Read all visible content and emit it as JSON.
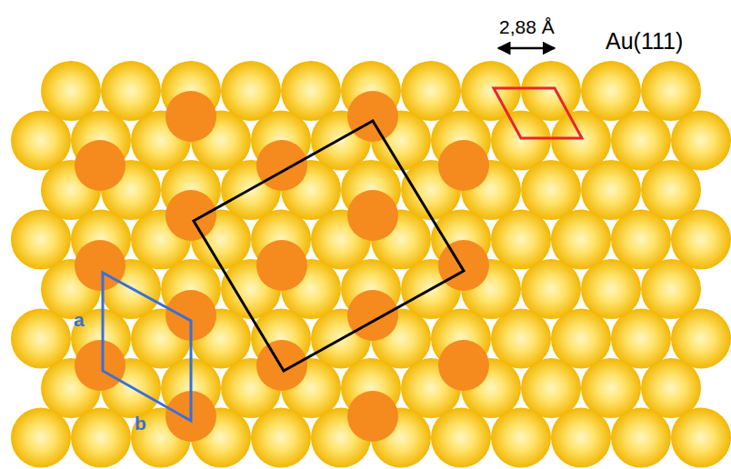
{
  "diagram": {
    "labels": [
      "2,88 Å",
      "Au(111)",
      "a",
      "b"
    ]
  }
}
